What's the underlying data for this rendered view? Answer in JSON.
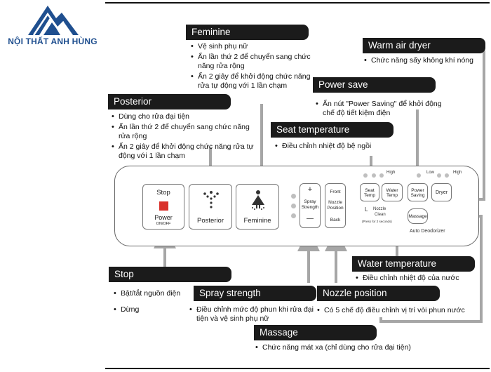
{
  "brand": {
    "name": "NỘI THẤT ANH HÙNG",
    "logo_icon": "mountain-logo-icon",
    "color": "#1f4f8f"
  },
  "labels": {
    "feminine": {
      "title": "Feminine",
      "lines": [
        "Vệ sinh phụ nữ",
        "Ấn lần thứ 2 để chuyển sang chức năng rửa rộng",
        "Ấn 2 giây để khởi động chức năng rửa tự động với 1 lần chạm"
      ]
    },
    "posterior": {
      "title": "Posterior",
      "lines": [
        "Dùng cho rửa đại tiện",
        "Ấn lần thứ 2 để chuyển sang chức năng rửa rộng",
        "Ấn 2 giây để khởi động chức năng rửa tự động với 1 lần chạm"
      ]
    },
    "warm_air": {
      "title": "Warm air dryer",
      "lines": [
        "Chức năng sấy không khí nóng"
      ]
    },
    "power_save": {
      "title": "Power save",
      "lines": [
        "Ấn nút \"Power Saving\" để khởi động chế độ tiết kiệm điện"
      ]
    },
    "seat_temp": {
      "title": "Seat temperature",
      "lines": [
        "Điều chỉnh nhiệt độ bệ ngồi"
      ]
    },
    "stop": {
      "title": "Stop",
      "lines": [
        "Bật/tắt nguồn điện",
        "Dừng"
      ]
    },
    "spray": {
      "title": "Spray strength",
      "lines": [
        "Điều chỉnh mức độ phun khi rửa đại tiện và vệ sinh phụ nữ"
      ]
    },
    "nozzle_pos": {
      "title": "Nozzle position",
      "lines": [
        "Có 5 chế độ điều chỉnh vị trí vòi phun nước"
      ]
    },
    "water_temp": {
      "title": "Water temperature",
      "lines": [
        "Điều chỉnh nhiệt độ của nước"
      ]
    },
    "massage": {
      "title": "Massage",
      "lines": [
        "Chức năng mát xa (chỉ dùng cho rửa đại tiện)"
      ]
    }
  },
  "panel": {
    "stop_btn": {
      "top": "Stop",
      "power": "Power",
      "onoff": "ON/OFF",
      "power_color": "#d9312b"
    },
    "posterior_btn": {
      "label": "Posterior",
      "icon": "posterior-spray-icon"
    },
    "feminine_btn": {
      "label": "Feminine",
      "icon": "feminine-person-icon"
    },
    "spray_btn": {
      "plus": "+",
      "line1": "Spray",
      "line2": "Strength",
      "minus": "—"
    },
    "nozzle_btn": {
      "front": "Front",
      "line1": "Nozzle",
      "line2": "Position",
      "back": "Back"
    },
    "seat_temp_btn": {
      "line1": "Seat",
      "line2": "Temp"
    },
    "water_temp_btn": {
      "line1": "Water",
      "line2": "Temp"
    },
    "power_saving_btn": {
      "line1": "Power",
      "line2": "Saving"
    },
    "dryer_btn": {
      "label": "Dryer"
    },
    "massage_btn": {
      "label": "Massage"
    },
    "high_left": "High",
    "low_right": "Low",
    "high_right": "High",
    "nozzle_clean": {
      "l": "L",
      "line1": "Nozzle",
      "line2": "Clean",
      "note": "(Press for 2 seconds)"
    },
    "auto_deodorizer": "Auto Deodorizer"
  }
}
